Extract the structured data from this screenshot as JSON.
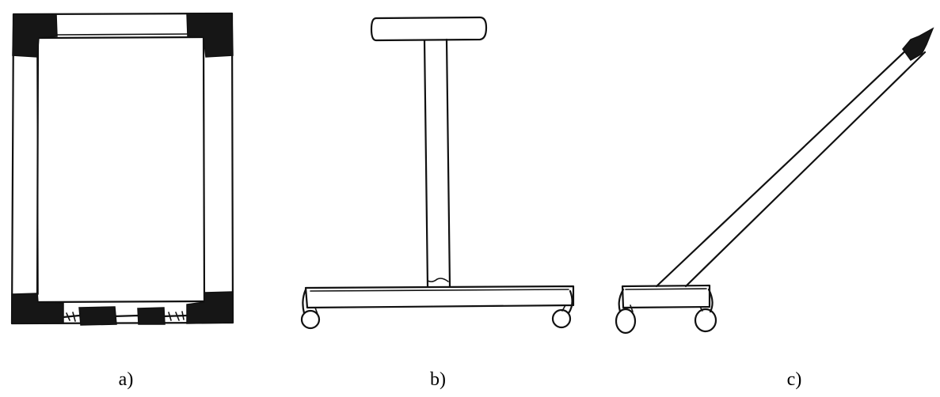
{
  "captions": {
    "a": "a)",
    "b": "b)",
    "c": "c)"
  },
  "colors": {
    "ink": "#111111",
    "background": "#ffffff"
  }
}
